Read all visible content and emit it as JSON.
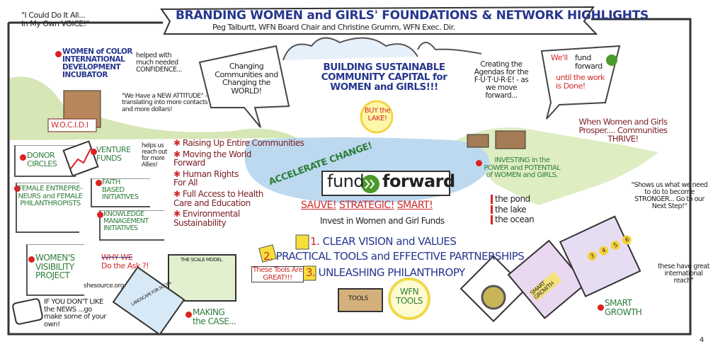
{
  "banner": {
    "title": "BRANDING WOMEN and GIRLS' FOUNDATIONS & NETWORK HIGHLIGHTS",
    "subtitle": "Peg Talburtt, WFN Board Chair and Christine Grumm, WFN Exec. Dir."
  },
  "quote_voice": "\"I Could Do It All... In My Own VOICE!\"",
  "wocidi": {
    "name": "WOMEN of COLOR INTERNATIONAL DEVELOPMENT INCUBATOR",
    "note_confidence": "helped with much needed CONFIDENCE...",
    "note_attitude": "\"We Have a NEW ATTITUDE\" -translating into more contacts and more dollars!",
    "sign": "W.O.C.I.D.I"
  },
  "bubble_changing": "Changing Communities and Changing the WORLD!",
  "building_capital": "BUILDING SUSTAINABLE COMMUNITY CAPITAL for WOMEN and GIRLS!!!",
  "buy_lake": "BUY the LAKE!",
  "creating_agendas": "Creating the Agendas for the F·U·T·U·R·E! - as we move forward...",
  "bubble_fund_forward": {
    "part1": "We'll",
    "part2": "fund forward",
    "part3": "until the work is Done!"
  },
  "when_women": "When Women and Girls Prosper.... Communities THRIVE!",
  "left_items": [
    {
      "label": "DONOR CIRCLES"
    },
    {
      "label": "VENTURE FUNDS"
    },
    {
      "label": "FAITH BASED INITIATIVES"
    },
    {
      "label": "FEMALE ENTREPRE-NEURS and FEMALE PHILANTHROPISTS"
    },
    {
      "label": "KNOWLEDGE MANAGEMENT INITIATIVES"
    },
    {
      "label": "WOMEN'S VISIBILITY PROJECT"
    }
  ],
  "helps_reach": "helps us reach out for more Allies!",
  "shesource": "shesource.org",
  "news_note": "IF YOU DON'T LIKE the NEWS ...go make some of your own!",
  "goals": [
    "Raising Up Entire Communities",
    "Moving the World Forward",
    "Human Rights For All",
    "Full Access to Health Care and Education",
    "Environmental Sustainability"
  ],
  "accelerate": "ACCELERATE CHANGE!",
  "logo": {
    "left": "fund",
    "right": "forward"
  },
  "sauve": [
    "SAUVE!",
    "STRATEGIC!",
    "SMART!"
  ],
  "invest_funds": "Invest in Women and Girl Funds",
  "investing_power": "INVESTING in the POWER and POTENTIAL of WOMEN and GIRLS.",
  "scales": [
    "the pond",
    "the lake",
    "the ocean"
  ],
  "shows_us": "\"Shows us what we need to do to become STRONGER... Go to our Next Step!\"",
  "numbered": [
    {
      "num": "1.",
      "text": "CLEAR VISION and VALUES"
    },
    {
      "num": "2.",
      "text": "PRACTICAL TOOLS and EFFECTIVE PARTNERSHIPS"
    },
    {
      "num": "3.",
      "text": "UNLEASHING PHILANTHROPY"
    }
  ],
  "why_ask": {
    "struck": "WHY WE",
    "rest": "Do the Ask ?!"
  },
  "making_case": "MAKING the CASE...",
  "tools_great": "These Tools Are GREAT!!!",
  "tools_box": "TOOLS",
  "wfn_tools": "WFN TOOLS",
  "scale_model": "THE SCALE MODEL",
  "landscape": "LANDSCAPE FOR SOCIAL",
  "smart_growth_card": "SMART GROWTH",
  "milestones": [
    "3",
    "4",
    "5",
    "6"
  ],
  "smart_growth": "SMART GROWTH",
  "intl_reach": "these have great international reach\"",
  "page_number": "4",
  "colors": {
    "blue": "#27368e",
    "green": "#2e7d3a",
    "red": "#d12a2a",
    "maroon": "#7a1d22",
    "logo_green": "#4a9a2a"
  }
}
